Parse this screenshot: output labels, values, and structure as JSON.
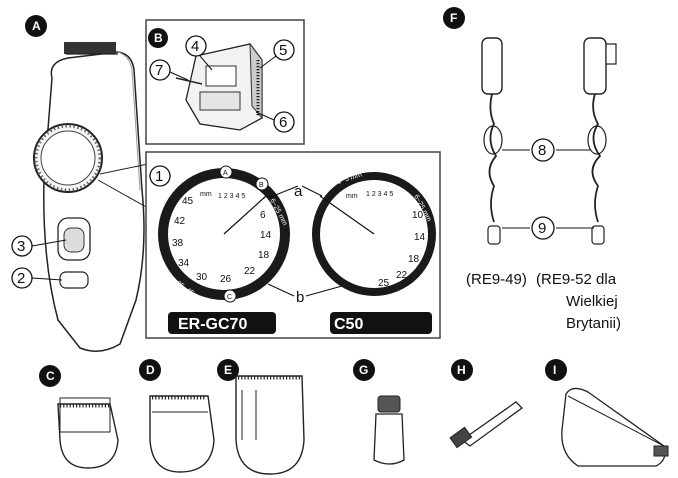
{
  "badges": [
    "A",
    "B",
    "C",
    "D",
    "E",
    "F",
    "G",
    "H",
    "I"
  ],
  "callouts": [
    "1",
    "2",
    "3",
    "4",
    "5",
    "6",
    "7",
    "8",
    "9"
  ],
  "pointer_labels": {
    "a": "a",
    "b": "b"
  },
  "dial_left": {
    "numbers": [
      "45",
      "42",
      "38",
      "34",
      "30",
      "26",
      "22",
      "18",
      "14",
      "6"
    ],
    "small_digits": "1 2 3 4 5",
    "mm": "mm",
    "ring_top_left": "1~5 mm",
    "ring_bottom_left": "26~45 mm",
    "ring_right": "6~25 mm",
    "ring_letters": [
      "A",
      "B",
      "C"
    ]
  },
  "dial_right": {
    "numbers": [
      "10",
      "14",
      "18",
      "22",
      "25"
    ],
    "small_digits": "1 2 3 4 5",
    "mm": "mm",
    "ring_top": "1~5 mm",
    "ring_right": "6~25 mm"
  },
  "models": [
    "ER-GC70",
    "C50"
  ],
  "adapter_captions": {
    "left": "(RE9-49)",
    "right_line1": "(RE9-52 dla",
    "right_line2": "Wielkiej",
    "right_line3": "Brytanii)"
  },
  "colors": {
    "ink": "#111111",
    "ring": "#1a1a1a",
    "frame": "#444444",
    "fill": "#ffffff"
  }
}
